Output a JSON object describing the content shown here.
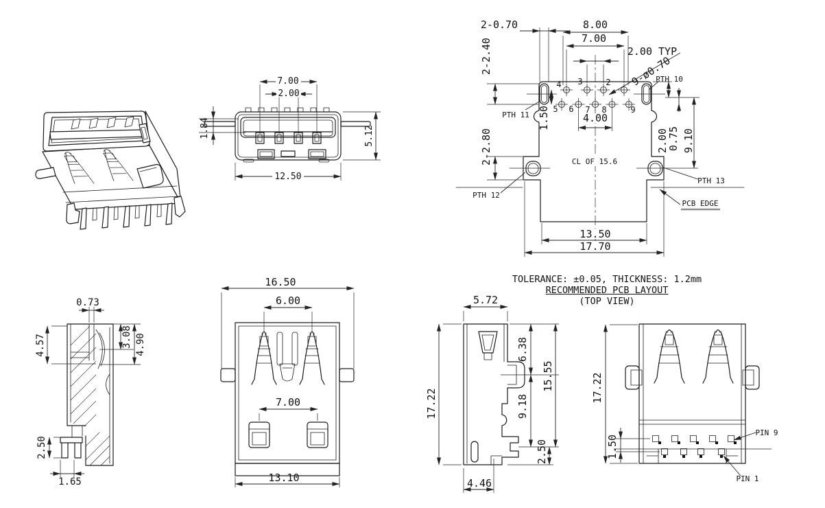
{
  "drawing_type": "connector-engineering-drawing",
  "colors": {
    "line": "#1a1a1a",
    "dim": "#222222",
    "background": "#ffffff",
    "pcb_edge_underline": "#8c8c8c"
  },
  "notes": {
    "tolerance": "TOLERANCE: ±0.05, THICKNESS: 1.2mm",
    "title": "RECOMMENDED PCB LAYOUT",
    "subtitle": "(TOP VIEW)"
  },
  "views": {
    "front": {
      "dims": {
        "pin_span": "7.00",
        "pin_pitch": "2.00",
        "lip": "1.84",
        "height": "5.12",
        "width": "12.50"
      }
    },
    "pcb_drill": {
      "dims": {
        "slot_w": "2-0.70",
        "row_span": "8.00",
        "row_inner": "7.00",
        "pitch": "2.00 TYP",
        "holes": "9-ø0.70",
        "slot_l": "2-2.40",
        "notch_l": "2-2.80",
        "row_offset": "1.50",
        "mid_span": "4.00",
        "d2": "2.00",
        "d075": "0.75",
        "d910": "9.10",
        "body_w": "13.50",
        "total_w": "17.70"
      },
      "labels": {
        "pth10": "PTH 10",
        "pth11": "PTH 11",
        "pth12": "PTH 12",
        "pth13": "PTH 13",
        "cl": "CL OF 15.6",
        "pcb_edge": "PCB EDGE"
      },
      "pins": {
        "top": [
          "4",
          "3",
          "2"
        ],
        "bottom": [
          "5",
          "6",
          "7",
          "8",
          "9"
        ]
      }
    },
    "side_section": {
      "dims": {
        "d073": "0.73",
        "d457": "4.57",
        "d308": "3.08",
        "d490": "4.90",
        "d250": "2.50",
        "d165": "1.65"
      }
    },
    "top": {
      "dims": {
        "total_w": "16.50",
        "spring_span": "6.00",
        "pad_span": "7.00",
        "body_w": "13.10"
      }
    },
    "side2": {
      "dims": {
        "top_w": "5.72",
        "height": "17.22",
        "d638": "6.38",
        "d1555": "15.55",
        "d918": "9.18",
        "d250": "2.50",
        "base_w": "4.46"
      }
    },
    "pcb_top": {
      "dims": {
        "height": "17.22",
        "row_offset": "1.50"
      },
      "labels": {
        "pin9": "PIN 9",
        "pin1": "PIN 1"
      }
    }
  }
}
